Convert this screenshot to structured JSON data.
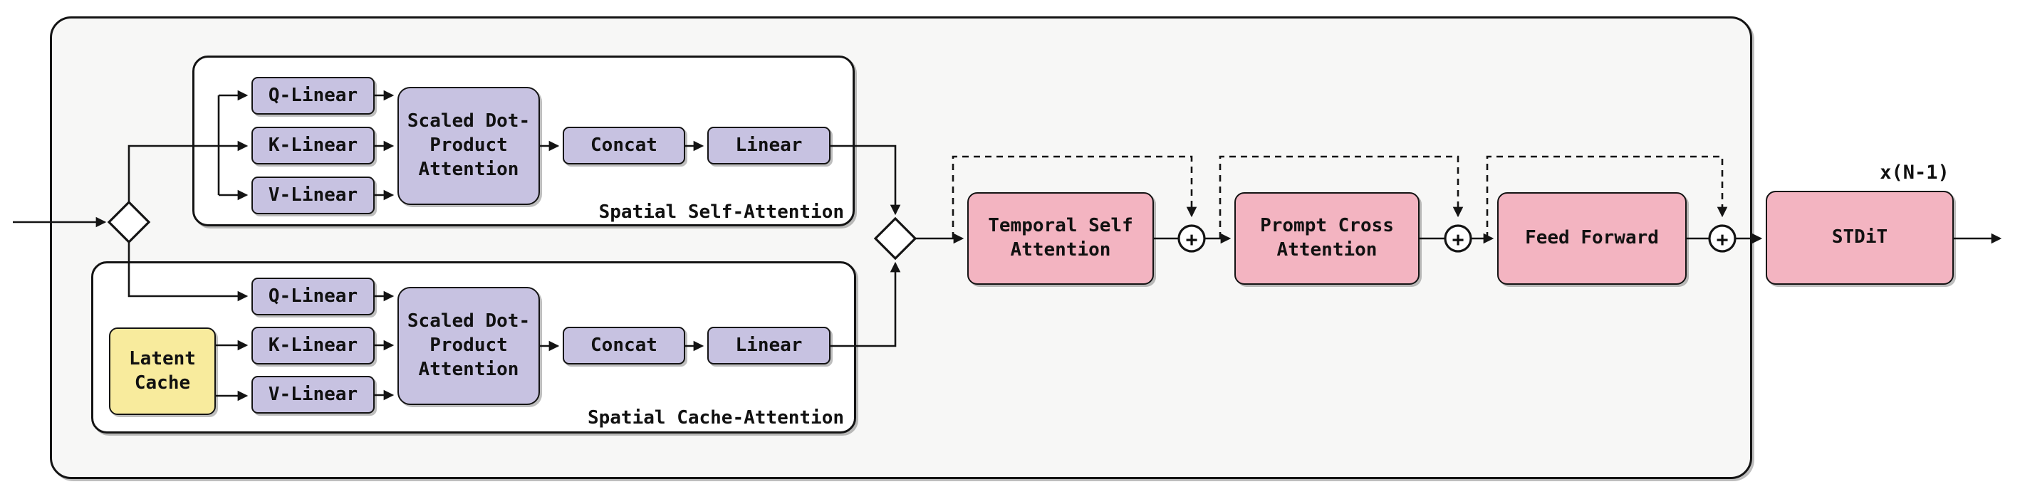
{
  "diagram": {
    "spatial_self_attention": {
      "title": "Spatial Self-Attention",
      "q_linear": "Q-Linear",
      "k_linear": "K-Linear",
      "v_linear": "V-Linear",
      "attention": "Scaled Dot-Product Attention",
      "concat": "Concat",
      "linear": "Linear"
    },
    "spatial_cache_attention": {
      "title": "Spatial Cache-Attention",
      "latent_cache": "Latent Cache",
      "q_linear": "Q-Linear",
      "k_linear": "K-Linear",
      "v_linear": "V-Linear",
      "attention": "Scaled Dot-Product Attention",
      "concat": "Concat",
      "linear": "Linear"
    },
    "main_path": {
      "temporal_self_attention": "Temporal Self Attention",
      "prompt_cross_attention": "Prompt Cross Attention",
      "feed_forward": "Feed Forward",
      "stdit": "STDiT",
      "repeat_label": "x(N-1)",
      "add_symbol": "+"
    },
    "colors": {
      "linear_fill": "#c7c2e1",
      "cache_fill": "#f8eb9d",
      "block_fill": "#f3b4c1",
      "container_fill": "#f7f7f6",
      "stroke": "#141414"
    }
  }
}
